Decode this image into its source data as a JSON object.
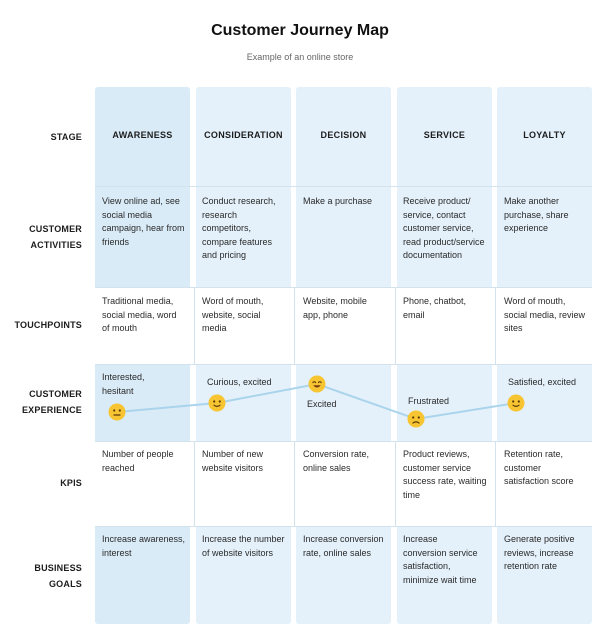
{
  "title": "Customer Journey Map",
  "subtitle": "Example of an online store",
  "row_labels": {
    "stage": "STAGE",
    "activities": [
      "CUSTOMER",
      "ACTIVITIES"
    ],
    "touchpoints": "TOUCHPOINTS",
    "experience": [
      "CUSTOMER",
      "EXPERIENCE"
    ],
    "kpis": "KPIS",
    "goals": [
      "BUSINESS",
      "GOALS"
    ]
  },
  "stages": [
    "AWARENESS",
    "CONSIDERATION",
    "DECISION",
    "SERVICE",
    "LOYALTY"
  ],
  "activities": [
    "View online ad, see social media campaign, hear from friends",
    "Conduct research, research competitors, compare features and pricing",
    "Make a purchase",
    "Receive product/ service, contact customer service, read product/service documentation",
    "Make another purchase, share experience"
  ],
  "touchpoints": [
    "Traditional media, social media, word of mouth",
    "Word of mouth, website, social media",
    "Website, mobile app, phone",
    "Phone, chatbot, email",
    "Word of mouth, social media, review sites"
  ],
  "experience": [
    {
      "label": "Interested, hesitant",
      "mood": "neutral"
    },
    {
      "label": "Curious, excited",
      "mood": "content"
    },
    {
      "label": "Excited",
      "mood": "happy"
    },
    {
      "label": "Frustrated",
      "mood": "unhappy"
    },
    {
      "label": "Satisfied, excited",
      "mood": "content"
    }
  ],
  "kpis": [
    "Number of people reached",
    "Number of new website visitors",
    "Conversion rate, online sales",
    "Product reviews, customer service success rate, waiting time",
    "Retention rate, customer satisfaction score"
  ],
  "goals": [
    "Increase awareness, interest",
    "Increase the number of website visitors",
    "Increase conversion rate, online sales",
    "Increase conversion service satisfaction, minimize wait time",
    "Generate positive reviews, increase retention rate"
  ],
  "colors": {
    "column_bg": "#e4f1fa",
    "curve": "#aad4ec",
    "emoji": "#f7c531"
  }
}
